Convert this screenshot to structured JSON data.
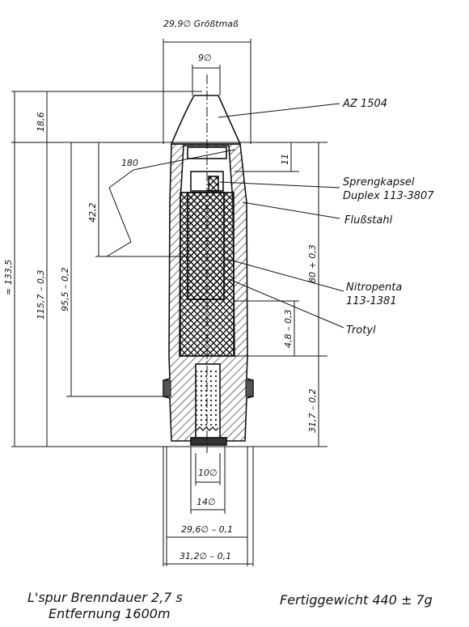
{
  "dimensions": {
    "max_diameter": "29,9∅ Größtmaß",
    "tip_diameter": "9∅",
    "overall_length": "≈ 133,5",
    "nose_length": "18,6",
    "body_length": "115,7 – 0,3",
    "charge_length": "95,5 – 0,2",
    "cavity_depth": "42,2",
    "detonator_height": "11",
    "nitropenta_length": "80 + 0,3",
    "gap_length": "4,8 – 0,3",
    "base_length": "31,7 – 0,2",
    "angle": "180",
    "base_inner_diameter": "10∅",
    "base_outer_diameter": "14∅",
    "band_diameter": "29,6∅ – 0,1",
    "rotating_band_diameter": "31,2∅ – 0,1"
  },
  "labels": {
    "fuze": "AZ 1504",
    "detonator_line1": "Sprengkapsel",
    "detonator_line2": "Duplex 113-3807",
    "steel": "Flußstahl",
    "explosive_line1": "Nitropenta",
    "explosive_line2": "113-1381",
    "filler": "Trotyl"
  },
  "footer": {
    "tracer_burn": "L'spur Brenndauer 2,7 s",
    "range": "Entfernung 1600m",
    "finished_weight": "Fertiggewicht  440 ± 7g"
  }
}
